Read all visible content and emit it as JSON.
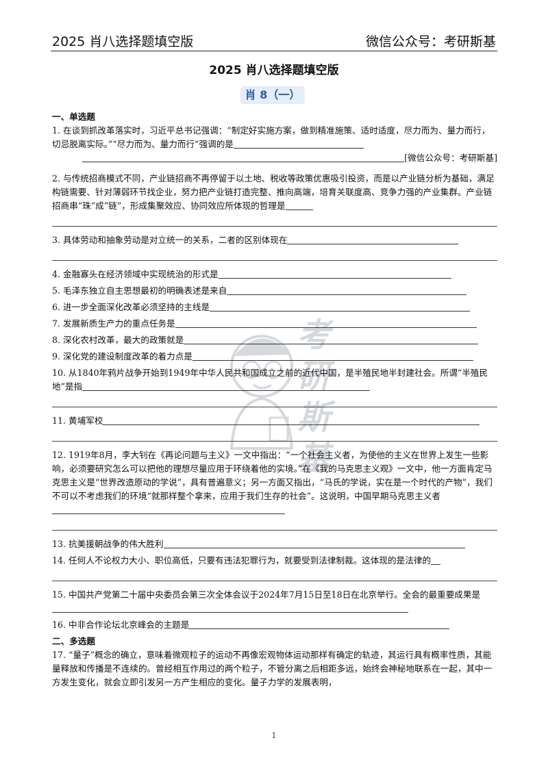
{
  "header": {
    "left": "2025 肖八选择题填空版",
    "right": "微信公众号：考研斯基"
  },
  "title": "2025 肖八选择题填空版",
  "badge": "肖 8（一）",
  "sections": {
    "single": "一、单选题",
    "multi": "二、多选题"
  },
  "questions": {
    "q1": "1. 在谈到抓改革落实时，习近平总书记强调：“制定好实施方案，做到精准施策、适时适度，尽力而为、量力而行，切忌脱离实际。”“尽力而为、量力而行”强调的是",
    "q1_note": "[微信公众号：考研斯基]",
    "q2": "2. 与传统招商模式不同，产业链招商不再停留于以土地、税收等政策优惠吸引投资，而是以产业链分析为基础，满足构链需要、针对薄弱环节找企业，努力把产业链打造完整、推向高端，培育关联度高、竞争力强的产业集群。产业链招商串“珠”成“链”，形成集聚效应、协同效应所体现的哲理是",
    "q3": "3. 具体劳动和抽象劳动是对立统一的关系，二者的区别体现在",
    "q4": "4. 金融寡头在经济领域中实现统治的形式是",
    "q5": "5. 毛泽东独立自主思想最初的明确表述是来自",
    "q6": "6. 进一步全面深化改革必须坚持的主线是",
    "q7": "7. 发展新质生产力的重点任务是",
    "q8": "8. 深化农村改革，最大的政策就是",
    "q9": "9. 深化党的建设制度改革的着力点是",
    "q10": "10. 从1840年鸦片战争开始到1949年中华人民共和国成立之前的近代中国，是半殖民地半封建社会。所谓“半殖民地”是指",
    "q11": "11. 黄埔军校",
    "q12": "12. 1919年8月，李大钊在《再论问题与主义》一文中指出：“一个社会主义者，为使他的主义在世界上发生一些影响，必须要研究怎么可以把他的理想尽量应用于环绕着他的实境。”在《我的马克思主义观》一文中，他一方面肯定马克思主义是“世界改造原动的学说”，具有普遍意义；另一方面又指出，“马氏的学说，实在是一个时代的产物”，我们不可以不考虑我们的环境“就那样整个拿来，应用于我们生存的社会”。这说明，中国早期马克思主义者",
    "q13": "13. 抗美援朝战争的伟大胜利",
    "q14": "14. 任何人不论权力大小、职位高低，只要有违法犯罪行为，就要受到法律制裁。这体现的是法律的",
    "q15": "15. 中国共产党第二十届中央委员会第三次全体会议于2024年7月15日至18日在北京举行。全会的最重要成果是",
    "q16": "16. 中非合作论坛北京峰会的主题是",
    "q17": "17. “量子”概念的确立，意味着微观粒子的运动不再像宏观物体运动那样有确定的轨迹，其运行具有概率性质，其能量释放和传播是不连续的。曾经相互作用过的两个粒子，不管分离之后相距多远，始终会神秘地联系在一起，其中一方发生变化，就会立即引发另一方产生相应的变化。量子力学的发展表明，"
  },
  "watermark": "考研斯基",
  "footer": {
    "page_number": "1"
  }
}
